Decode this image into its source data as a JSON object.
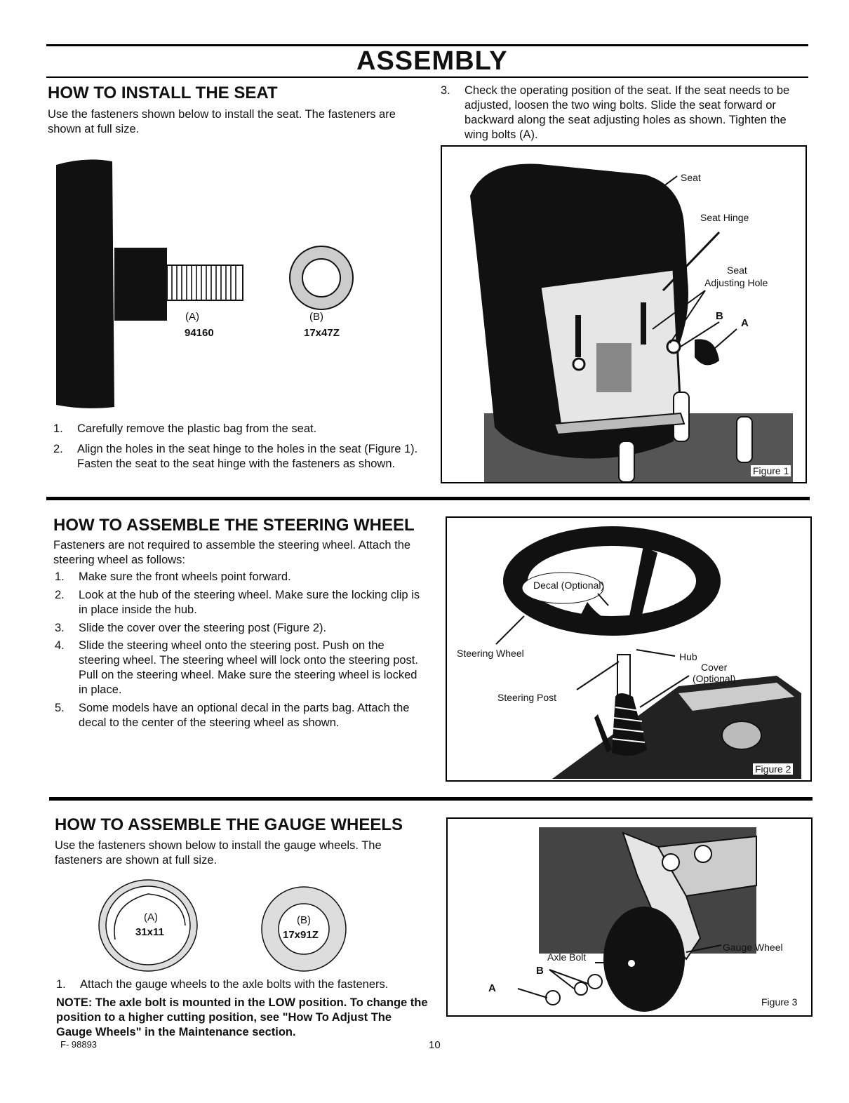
{
  "title": "ASSEMBLY",
  "seat": {
    "heading": "HOW TO INSTALL THE SEAT",
    "intro": "Use the fasteners shown below to install the seat. The fasteners are shown at full size.",
    "fastener_a_label": "(A)",
    "fastener_a_part": "94160",
    "fastener_b_label": "(B)",
    "fastener_b_part": "17x47Z",
    "step1_num": "1.",
    "step1": "Carefully remove the plastic bag from the seat.",
    "step2_num": "2.",
    "step2": "Align the holes in the seat hinge to the holes in the seat (Figure 1). Fasten the seat to the seat hinge with the fasteners as shown.",
    "step3_num": "3.",
    "step3": "Check the operating position of the seat. If the seat needs to be adjusted, loosen the two wing bolts. Slide the seat forward or backward along the seat adjusting holes as shown. Tighten the wing bolts (A).",
    "figure": {
      "caption": "Figure 1",
      "label_seat": "Seat",
      "label_hinge": "Seat Hinge",
      "label_adjust_1": "Seat",
      "label_adjust_2": "Adjusting Hole",
      "label_b": "B",
      "label_a": "A"
    }
  },
  "steering": {
    "heading": "HOW TO ASSEMBLE THE STEERING WHEEL",
    "intro": "Fasteners are not required to assemble the steering wheel. Attach the steering wheel as follows:",
    "steps": [
      {
        "num": "1.",
        "text": "Make sure the front wheels point forward."
      },
      {
        "num": "2.",
        "text": "Look at the hub of the steering wheel. Make sure the locking clip is in place inside the hub."
      },
      {
        "num": "3.",
        "text": "Slide the cover over the steering post (Figure 2)."
      },
      {
        "num": "4.",
        "text": "Slide the steering wheel onto the steering post. Push on the steering wheel. The steering wheel will lock onto the steering post. Pull on the steering wheel. Make sure the steering wheel is locked in place."
      },
      {
        "num": "5.",
        "text": "Some models have an optional decal in the parts bag. Attach the decal to the center of the steering wheel as shown."
      }
    ],
    "figure": {
      "caption": "Figure 2",
      "label_decal": "Decal (Optional)",
      "label_wheel": "Steering Wheel",
      "label_hub": "Hub",
      "label_cover_1": "Cover",
      "label_cover_2": "(Optional)",
      "label_post": "Steering Post"
    }
  },
  "gauge": {
    "heading": "HOW TO ASSEMBLE THE GAUGE WHEELS",
    "intro": "Use the fasteners shown below to install the gauge wheels. The fasteners are shown at full size.",
    "fastener_a_label": "(A)",
    "fastener_a_part": "31x11",
    "fastener_b_label": "(B)",
    "fastener_b_part": "17x91Z",
    "step1_num": "1.",
    "step1": "Attach the gauge wheels to the axle bolts with the fasteners.",
    "note": "NOTE: The axle bolt is mounted in the LOW position. To change the position to a higher cutting position, see \"How To Adjust The Gauge Wheels\" in the Maintenance section.",
    "figure": {
      "caption": "Figure 3",
      "label_gauge": "Gauge Wheel",
      "label_axle": "Axle Bolt",
      "label_b": "B",
      "label_a": "A"
    }
  },
  "footer": {
    "part_no": "F- 98893",
    "page": "10"
  }
}
